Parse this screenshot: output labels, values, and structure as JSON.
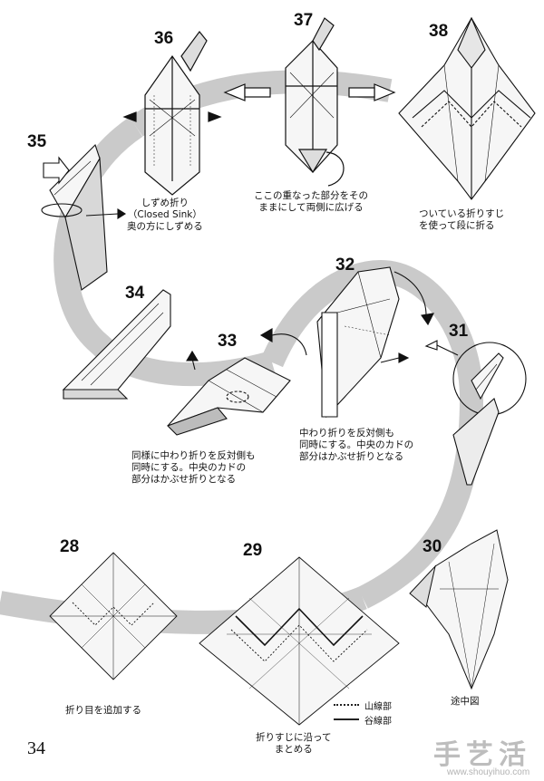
{
  "steps": {
    "s36": "36",
    "s37": "37",
    "s38": "38",
    "s35": "35",
    "s34": "34",
    "s33": "33",
    "s32": "32",
    "s31": "31",
    "s28": "28",
    "s29": "29",
    "s30": "30"
  },
  "captions": {
    "c35": [
      "しずめ折り",
      "（Closed Sink）",
      "奥の方にしずめる"
    ],
    "c37": [
      "ここの重なった部分をその",
      "ままにして両側に広げる"
    ],
    "c38": [
      "ついている折りすじ",
      "を使って段に折る"
    ],
    "c33": [
      "同様に中わり折りを反対側も",
      "同時にする。中央のカドの",
      "部分はかぶせ折りとなる"
    ],
    "c32": [
      "中わり折りを反対側も",
      "同時にする。中央のカドの",
      "部分はかぶせ折りとなる"
    ],
    "c28": [
      "折り目を追加する"
    ],
    "c29": [
      "折りすじに沿って",
      "まとめる"
    ],
    "c30": [
      "途中図"
    ]
  },
  "legend": {
    "mountain": "山線部",
    "valley": "谷線部"
  },
  "page_number": "34",
  "watermark": {
    "logo": "手艺活",
    "site": "www.shouyihuo.com"
  },
  "colors": {
    "band": "#c9c9c9",
    "ink": "#111111",
    "paper": "#f4f4f4",
    "shade": "#d9d9d9"
  }
}
